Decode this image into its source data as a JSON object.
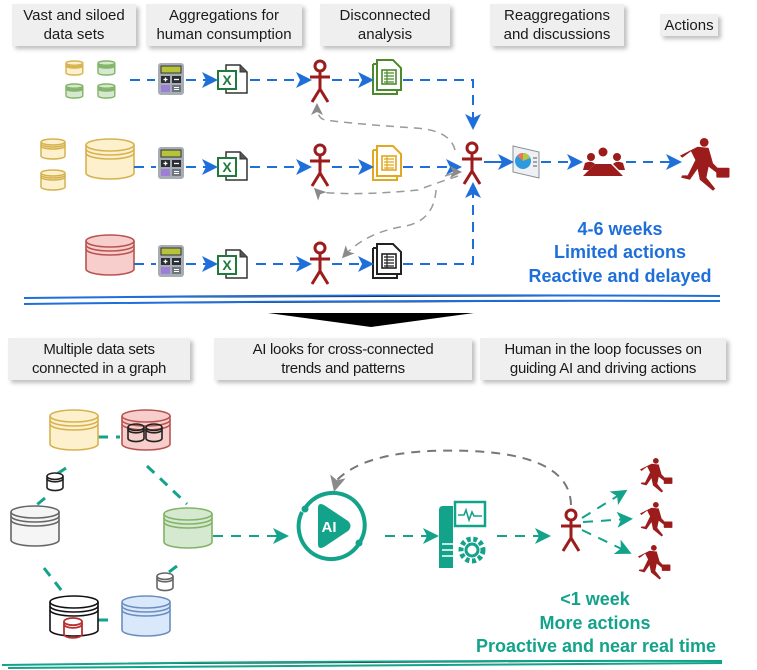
{
  "top_section": {
    "headers": [
      {
        "id": "vast-data",
        "text": "Vast and siloed\ndata sets"
      },
      {
        "id": "aggregations",
        "text": "Aggregations for\nhuman consumption"
      },
      {
        "id": "disconnected",
        "text": "Disconnected\nanalysis"
      },
      {
        "id": "reaggregations",
        "text": "Reaggregations\nand discussions"
      },
      {
        "id": "actions",
        "text": "Actions"
      }
    ],
    "outcome": [
      "4-6 weeks",
      "Limited actions",
      "Reactive and delayed"
    ],
    "rows": [
      {
        "data_color": "mixed",
        "report_color": "#4d8a2e"
      },
      {
        "data_color": "#d6b24f",
        "report_color": "#e1a820"
      },
      {
        "data_color": "#c0504d",
        "report_color": "#222222"
      }
    ]
  },
  "bottom_section": {
    "headers": [
      {
        "id": "multiple-data",
        "text": "Multiple data sets\nconnected in a graph"
      },
      {
        "id": "ai-looks",
        "text": "AI looks for cross-connected\ntrends and patterns"
      },
      {
        "id": "human-loop",
        "text": "Human in the loop focusses on\nguiding AI and driving actions"
      }
    ],
    "ai_label": "AI",
    "outcome": [
      "<1 week",
      "More actions",
      "Proactive and near real time"
    ]
  },
  "colors": {
    "flow_blue": "#1f6fdb",
    "flow_teal": "#13a38a",
    "person_red": "#9c1c1c",
    "loop_gray": "#888888"
  }
}
